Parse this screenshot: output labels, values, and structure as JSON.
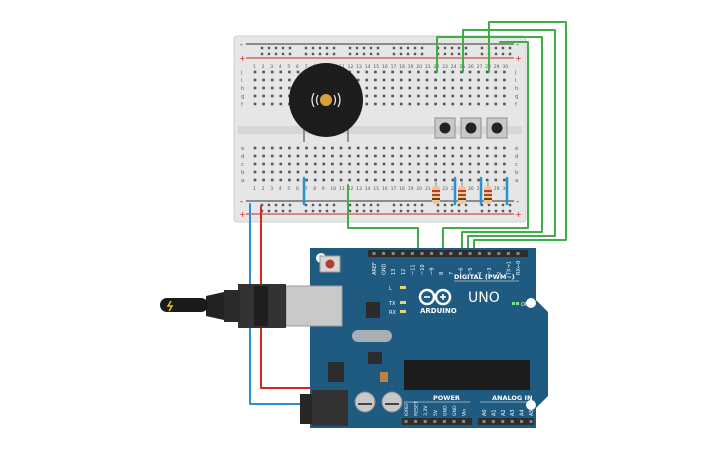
{
  "breadboard": {
    "columns_top": [
      "1",
      "2",
      "3",
      "4",
      "5",
      "6",
      "7",
      "8",
      "9",
      "10",
      "11",
      "12",
      "13",
      "14",
      "15",
      "16",
      "17",
      "18",
      "19",
      "20",
      "21",
      "22",
      "23",
      "24",
      "25",
      "26",
      "27",
      "28",
      "29",
      "30"
    ],
    "row_letters_top": [
      "j",
      "i",
      "h",
      "g",
      "f"
    ],
    "row_letters_bottom": [
      "e",
      "d",
      "c",
      "b",
      "a"
    ],
    "rail_plus": "+",
    "rail_minus": "-"
  },
  "arduino": {
    "brand": "ARDUINO",
    "model": "UNO",
    "on_label": "ON",
    "digital_header_label": "DIGITAL (PWM~)",
    "digital_pins": [
      "AREF",
      "GND",
      "13",
      "12",
      "~11",
      "~10",
      "~9",
      "8",
      "7",
      "~6",
      "~5",
      "4",
      "~3",
      "2",
      "TX→1",
      "RX←0"
    ],
    "power_header_label": "POWER",
    "power_pins": [
      "IOREF",
      "RESET",
      "3.3V",
      "5V",
      "GND",
      "GND",
      "Vin"
    ],
    "analog_header_label": "ANALOG IN",
    "analog_pins": [
      "A0",
      "A1",
      "A2",
      "A3",
      "A4",
      "A5"
    ],
    "led_labels": [
      "L",
      "TX",
      "RX"
    ]
  },
  "colors": {
    "wire_green": "#3fae49",
    "wire_red": "#d22a1f",
    "wire_blue": "#2b8fd1",
    "board_blue": "#1f5a80",
    "breadboard": "#e8e8e8"
  },
  "icons": [
    "piezo-buzzer-icon",
    "pushbutton-icon",
    "resistor-icon",
    "usb-plug-icon",
    "barrel-jack-icon",
    "reset-button-icon"
  ]
}
